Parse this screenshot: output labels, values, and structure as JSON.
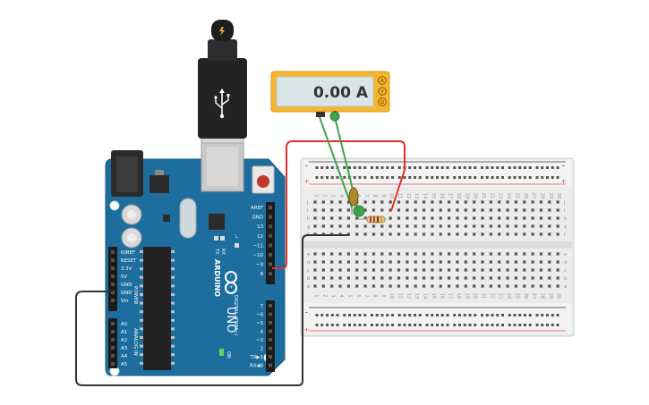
{
  "multimeter": {
    "reading": "0.00 A",
    "modes": [
      "A",
      "V",
      "Ω"
    ],
    "colors": {
      "body": "#f5b52e",
      "display": "#d8e4e6",
      "probe": "#3fa34d"
    }
  },
  "arduino": {
    "brand": "ARDUINO",
    "model": "UNO",
    "on_label": "ON",
    "tx_label": "TX",
    "rx_label": "RX",
    "l_label": "L",
    "power_section": "POWER",
    "analog_section": "ANALOG IN",
    "digital_section": "DIGITAL (PWM~)",
    "power_pins": [
      "IOREF",
      "RESET",
      "3.3V",
      "5V",
      "GND",
      "GND",
      "Vin"
    ],
    "analog_pins": [
      "A0",
      "A1",
      "A2",
      "A3",
      "A4",
      "A5"
    ],
    "digital_pins_top": [
      "AREF",
      "GND",
      "13",
      "12",
      "~11",
      "~10",
      "~9",
      "8"
    ],
    "digital_pins_bottom": [
      "7",
      "~6",
      "~5",
      "4",
      "~3",
      "2",
      "TX▶1",
      "RX◀0"
    ],
    "colors": {
      "board": "#1d6e9e",
      "chip": "#222222",
      "usb": "#c9c9c9"
    }
  },
  "usb_cable": {
    "plug_icon": "usb-icon",
    "bolt_icon": "lightning-icon"
  },
  "breadboard": {
    "columns": [
      "1",
      "2",
      "3",
      "4",
      "5",
      "6",
      "7",
      "8",
      "9",
      "10",
      "11",
      "12",
      "13",
      "14",
      "15",
      "16",
      "17",
      "18",
      "19",
      "20",
      "21",
      "22",
      "23",
      "24",
      "25",
      "26",
      "27",
      "28",
      "29",
      "30"
    ],
    "rows_top": [
      "j",
      "i",
      "h",
      "g",
      "f"
    ],
    "rows_bottom": [
      "e",
      "d",
      "c",
      "b",
      "a"
    ],
    "rail_plus": "+",
    "rail_minus": "-",
    "colors": {
      "body": "#ececec",
      "rail_red": "#d9534f",
      "rail_black": "#333333"
    }
  },
  "wires": {
    "red": "#e0302a",
    "black": "#333333",
    "green": "#3fa34d"
  },
  "components": {
    "resistor": "resistor",
    "led": "led"
  }
}
